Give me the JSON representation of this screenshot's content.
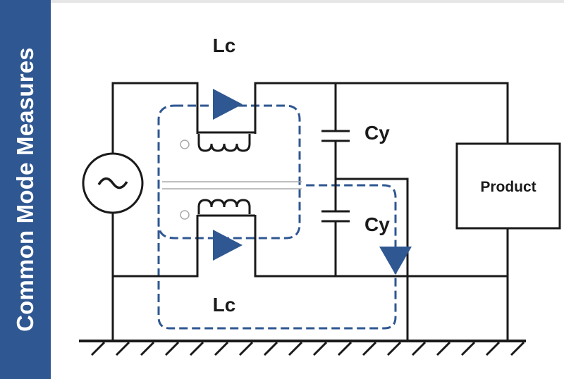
{
  "side_title": "Common Mode Measures",
  "labels": {
    "inductor_top": "Lc",
    "inductor_bottom": "Lc",
    "cap_top": "Cy",
    "cap_bottom": "Cy",
    "load": "Product"
  },
  "symbols": {
    "ac_source": "~"
  },
  "colors": {
    "banner": "#2f5791",
    "current_path": "#2f5791",
    "wire": "#1a1a1a"
  },
  "icons": [
    "ac-source-icon",
    "ground-icon",
    "current-arrow-icon",
    "capacitor-icon",
    "inductor-icon"
  ]
}
